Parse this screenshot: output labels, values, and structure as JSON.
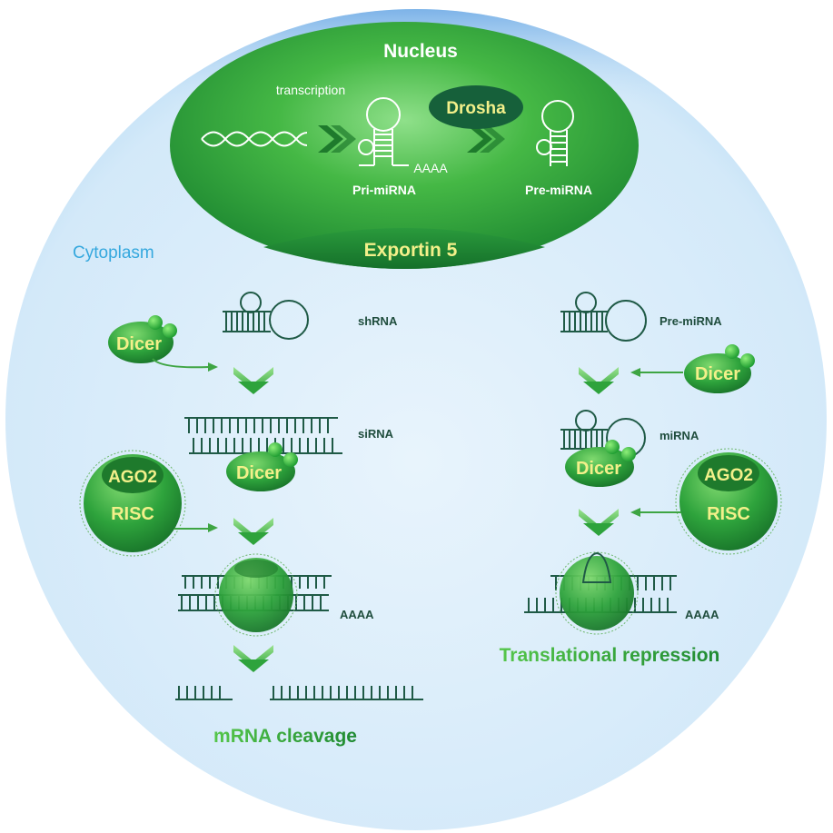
{
  "nucleus": {
    "title": "Nucleus",
    "transcription_label": "transcription",
    "poly_a_label": "AAAA",
    "pri_mirna_label": "Pri-miRNA",
    "drosha_label": "Drosha",
    "pre_mirna_label": "Pre-miRNA",
    "exportin_label": "Exportin 5"
  },
  "cytoplasm": {
    "title": "Cytoplasm"
  },
  "left_pathway": {
    "shrna_label": "shRNA",
    "dicer_top_label": "Dicer",
    "sirna_label": "siRNA",
    "dicer_mid_label": "Dicer",
    "ago2_label": "AGO2",
    "risc_label": "RISC",
    "poly_a_label": "AAAA",
    "outcome_label": "mRNA cleavage"
  },
  "right_pathway": {
    "pre_mirna_label": "Pre-miRNA",
    "dicer_top_label": "Dicer",
    "mirna_label": "miRNA",
    "dicer_mid_label": "Dicer",
    "ago2_label": "AGO2",
    "risc_label": "RISC",
    "poly_a_label": "AAAA",
    "outcome_label": "Translational repression"
  },
  "colors": {
    "cell_fill": "#d7ebfa",
    "nucleus_green": "#2ea33c",
    "dark_green": "#1f5a46",
    "accent_yellow": "#f3f08a",
    "cytoplasm_blue": "#35a8de",
    "outcome_green": "#35b445"
  }
}
